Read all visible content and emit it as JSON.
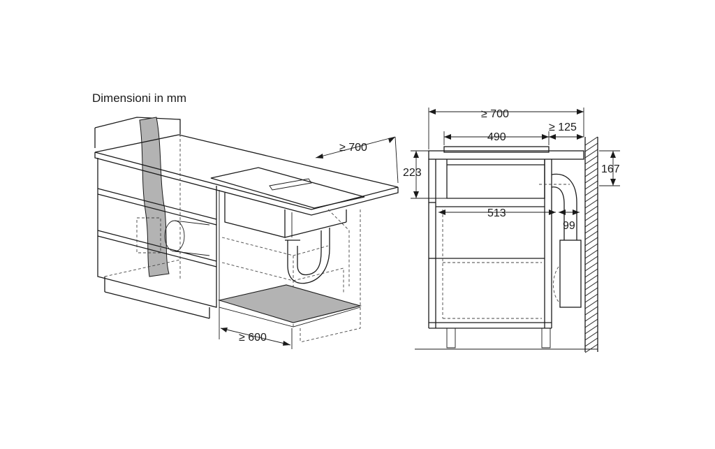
{
  "title": "Dimensioni in mm",
  "left_view": {
    "depth_label": "≥ 700",
    "cabinet_width_label": "≥ 600"
  },
  "right_view": {
    "overall_depth_label": "≥ 700",
    "hob_depth_label": "490",
    "rear_gap_label": "≥ 125",
    "height_label": "223",
    "duct_height_label": "167",
    "inner_depth_label": "513",
    "duct_offset_label": "99"
  },
  "colors": {
    "line": "#1a1a1a",
    "duct_fill": "#b3b3b3",
    "cooktop_fill": "#f7f7f7"
  }
}
